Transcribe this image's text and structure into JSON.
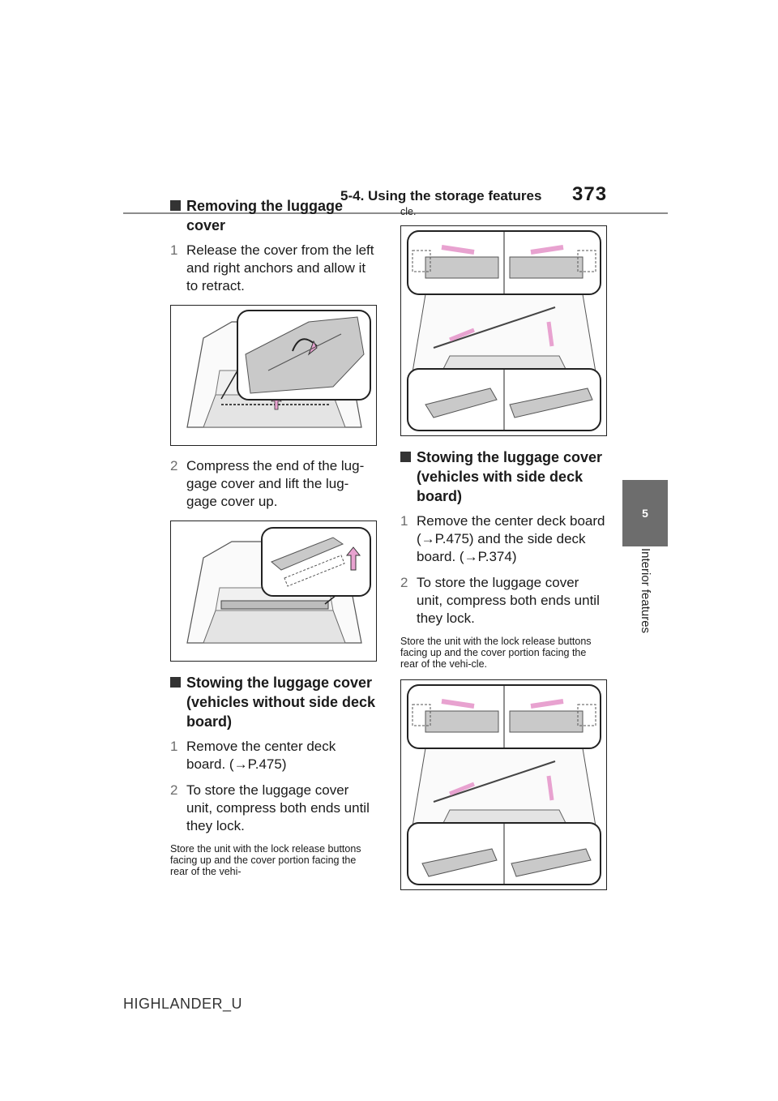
{
  "header": {
    "section": "5-4. Using the storage features",
    "page_number": "373"
  },
  "side_tab": {
    "chapter": "5",
    "label": "Interior features"
  },
  "left": {
    "removing": {
      "heading": "Removing the luggage cover",
      "step1_num": "1",
      "step1": "Release the cover from the left and right anchors and allow it to retract.",
      "step2_num": "2",
      "step2": "Compress the end of the lug-gage cover and lift the lug-gage cover up."
    },
    "stow_without": {
      "heading": "Stowing the luggage cover (vehicles without side deck board)",
      "step1_num": "1",
      "step1": "Remove the center deck board. (→P.475)",
      "step2_num": "2",
      "step2": "To store the luggage cover unit, compress both ends until they lock.",
      "note": "Store the unit with the lock release buttons facing up and the cover portion facing the rear of the vehi-"
    }
  },
  "right": {
    "note_continued": "cle.",
    "stow_with": {
      "heading": "Stowing the luggage cover (vehicles with side deck board)",
      "step1_num": "1",
      "step1": "Remove the center deck board (→P.475) and the side deck board. (→P.374)",
      "step2_num": "2",
      "step2": "To store the luggage cover unit, compress both ends until they lock.",
      "note": "Store the unit with the lock release buttons facing up and the cover portion facing the rear of the vehi-cle."
    }
  },
  "footer": {
    "model_code": "HIGHLANDER_U"
  },
  "colors": {
    "arrow_pink": "#e8a2d0",
    "panel_gray": "#bdbdbd",
    "tab_gray": "#6d6d6d"
  }
}
